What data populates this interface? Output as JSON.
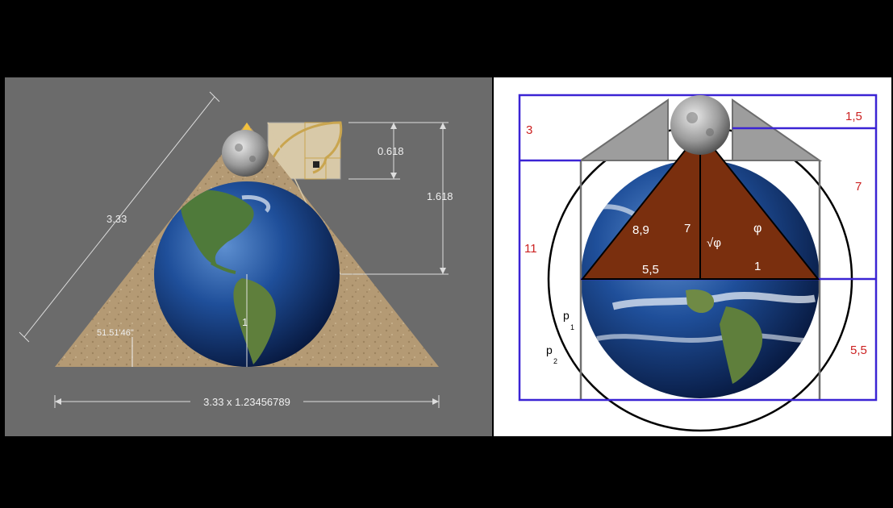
{
  "left_panel": {
    "slant_label": "3.33",
    "label_0618": "0.618",
    "label_1618": "1.618",
    "label_radius": "1",
    "angle_label": "51.51'46\"",
    "base_label": "3.33 x 1.23456789"
  },
  "right_panel": {
    "label_1_5": "1,5",
    "label_3": "3",
    "label_7_side": "7",
    "label_11": "11",
    "label_5_5_side": "5,5",
    "label_8_9": "8,9",
    "label_7_inner": "7",
    "label_sqrt_phi": "√φ",
    "label_phi": "φ",
    "label_5_5_inner": "5,5",
    "label_1": "1",
    "p1_main": "p",
    "p1_sub": "1",
    "p2_main": "p",
    "p2_sub": "2"
  },
  "colors": {
    "left_background": "#6b6b6b",
    "right_background": "#ffffff",
    "frame_blue": "#3b24d4",
    "number_red": "#cc2222",
    "pyramid_sand": "#b8a07c",
    "triangle_brown": "#7a2f0e"
  }
}
